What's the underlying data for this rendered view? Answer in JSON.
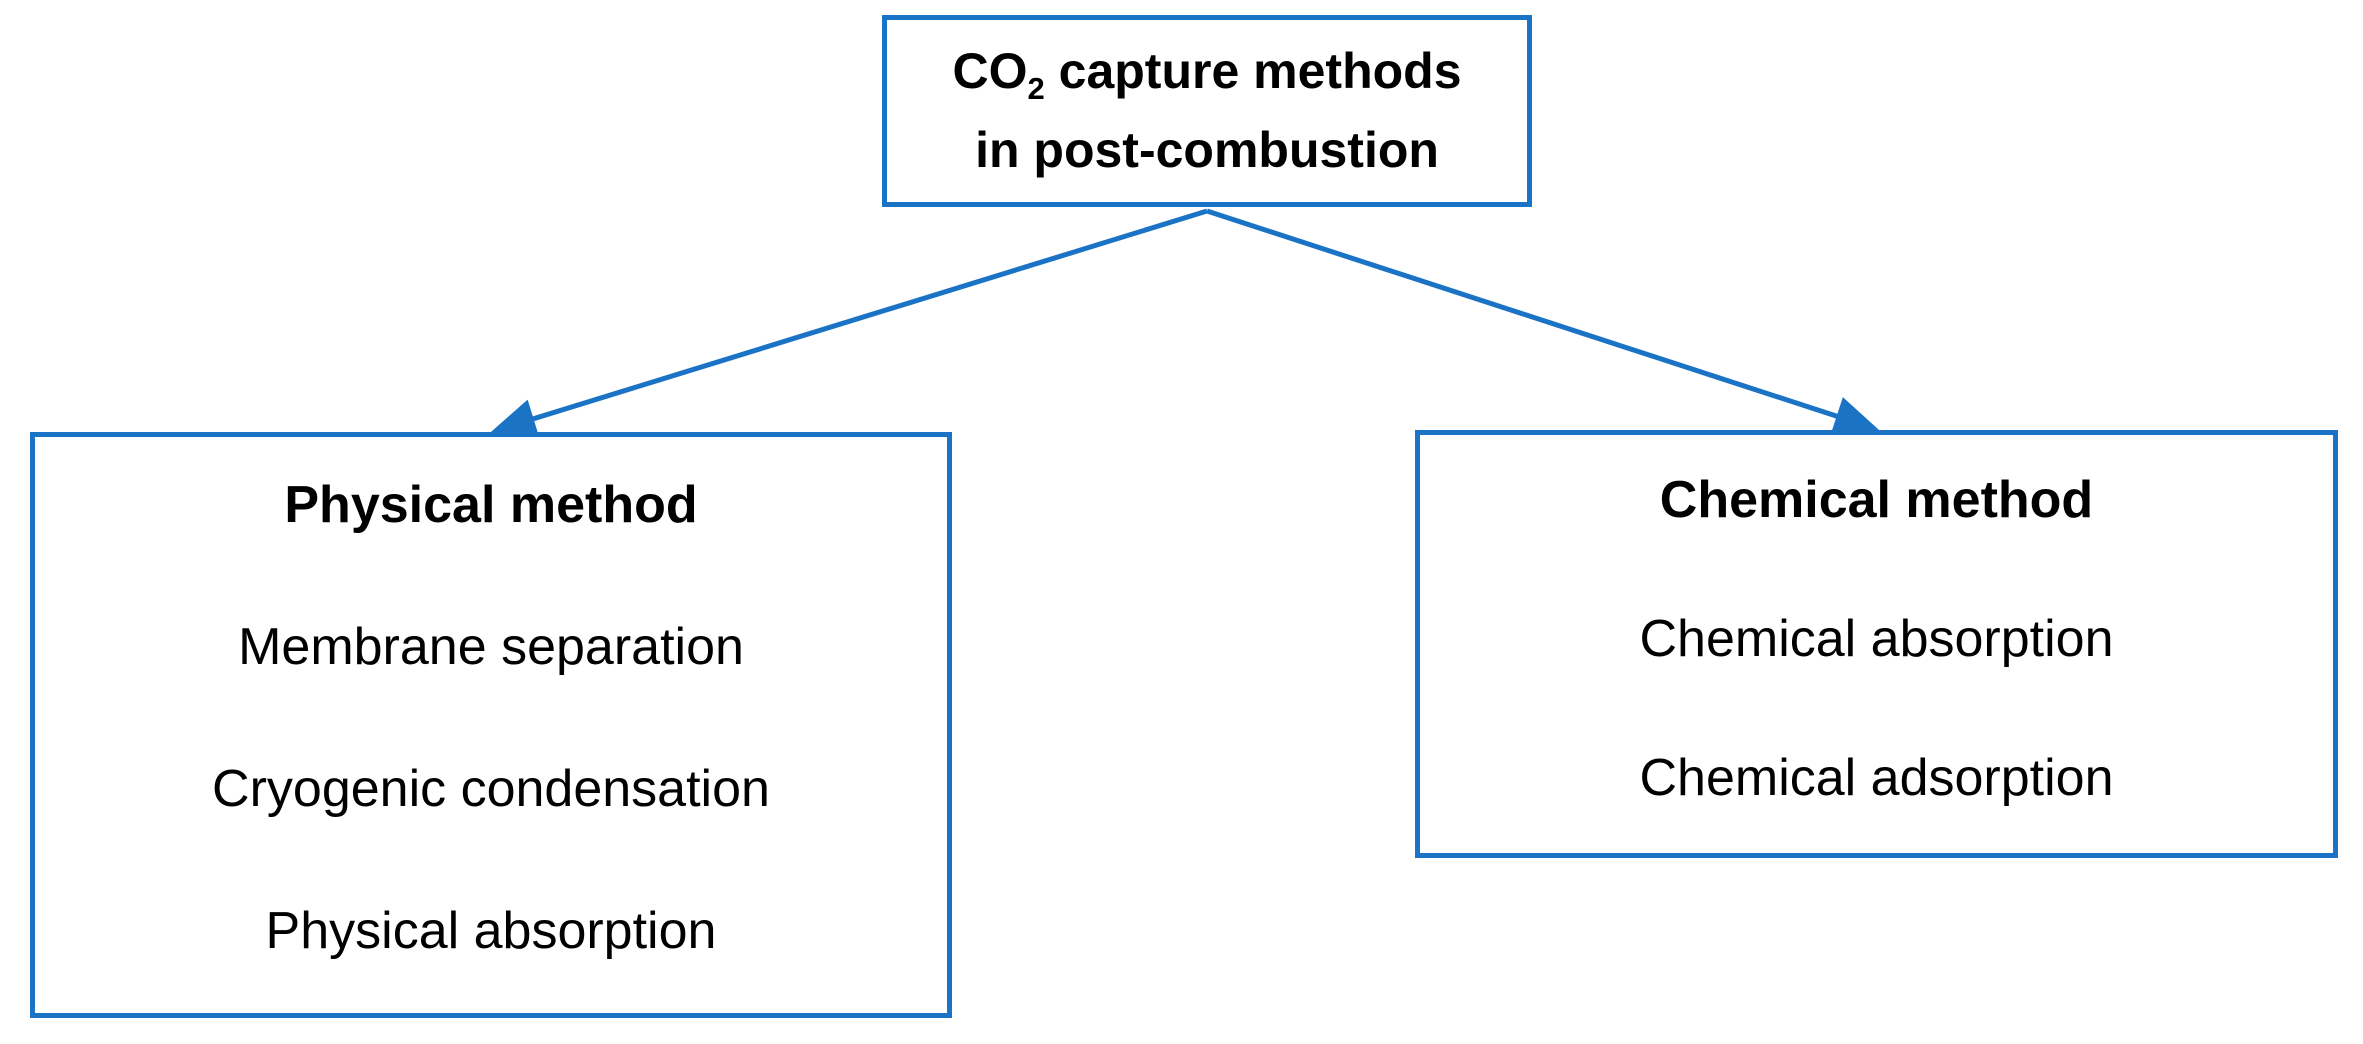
{
  "colors": {
    "accent": "#1B73C6",
    "text": "#000000",
    "background": "#FFFFFF"
  },
  "root": {
    "title_line1_pre": "CO",
    "title_line1_sub": "2",
    "title_line1_post": " capture methods",
    "title_line2": "in post-combustion"
  },
  "branches": [
    {
      "title": "Physical method",
      "items": [
        "Membrane separation",
        "Cryogenic condensation",
        "Physical absorption"
      ]
    },
    {
      "title": "Chemical method",
      "items": [
        "Chemical absorption",
        "Chemical adsorption"
      ]
    }
  ]
}
